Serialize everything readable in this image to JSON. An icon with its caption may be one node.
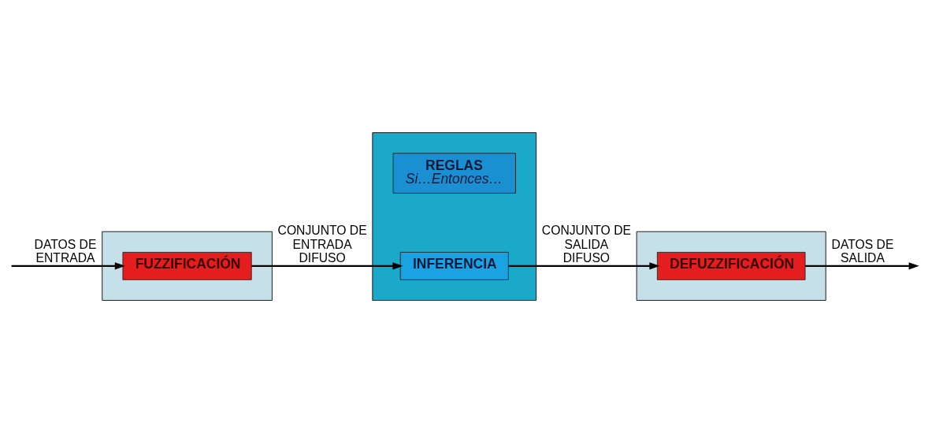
{
  "diagram": {
    "nodes": [
      {
        "text": [],
        "shape": "box"
      },
      {
        "text": [],
        "shape": "box"
      },
      {
        "text": [],
        "shape": "box"
      },
      {
        "text": [
          "FUZZIFICACIÓN"
        ],
        "in": 0
      },
      {
        "text": [
          "REGLAS",
          "Si…Entonces…"
        ],
        "in": 1
      },
      {
        "text": [
          "INFERENCIA"
        ],
        "in": 1
      },
      {
        "text": [
          "DEFUZZIFICACIÓN"
        ],
        "in": 2
      }
    ],
    "edges": [
      {
        "from": null,
        "to": 3,
        "arrow": "to",
        "label": "DATOS DE ENTRADA"
      },
      {
        "from": 3,
        "to": 5,
        "arrow": "to",
        "label": "CONJUNTO DE ENTRADA DIFUSO"
      },
      {
        "from": 5,
        "to": 6,
        "arrow": "to",
        "label": "CONJUNTO DE SALIDA DIFUSO"
      },
      {
        "from": 6,
        "to": null,
        "arrow": "to",
        "label": "DATOS DE SALIDA"
      }
    ]
  }
}
